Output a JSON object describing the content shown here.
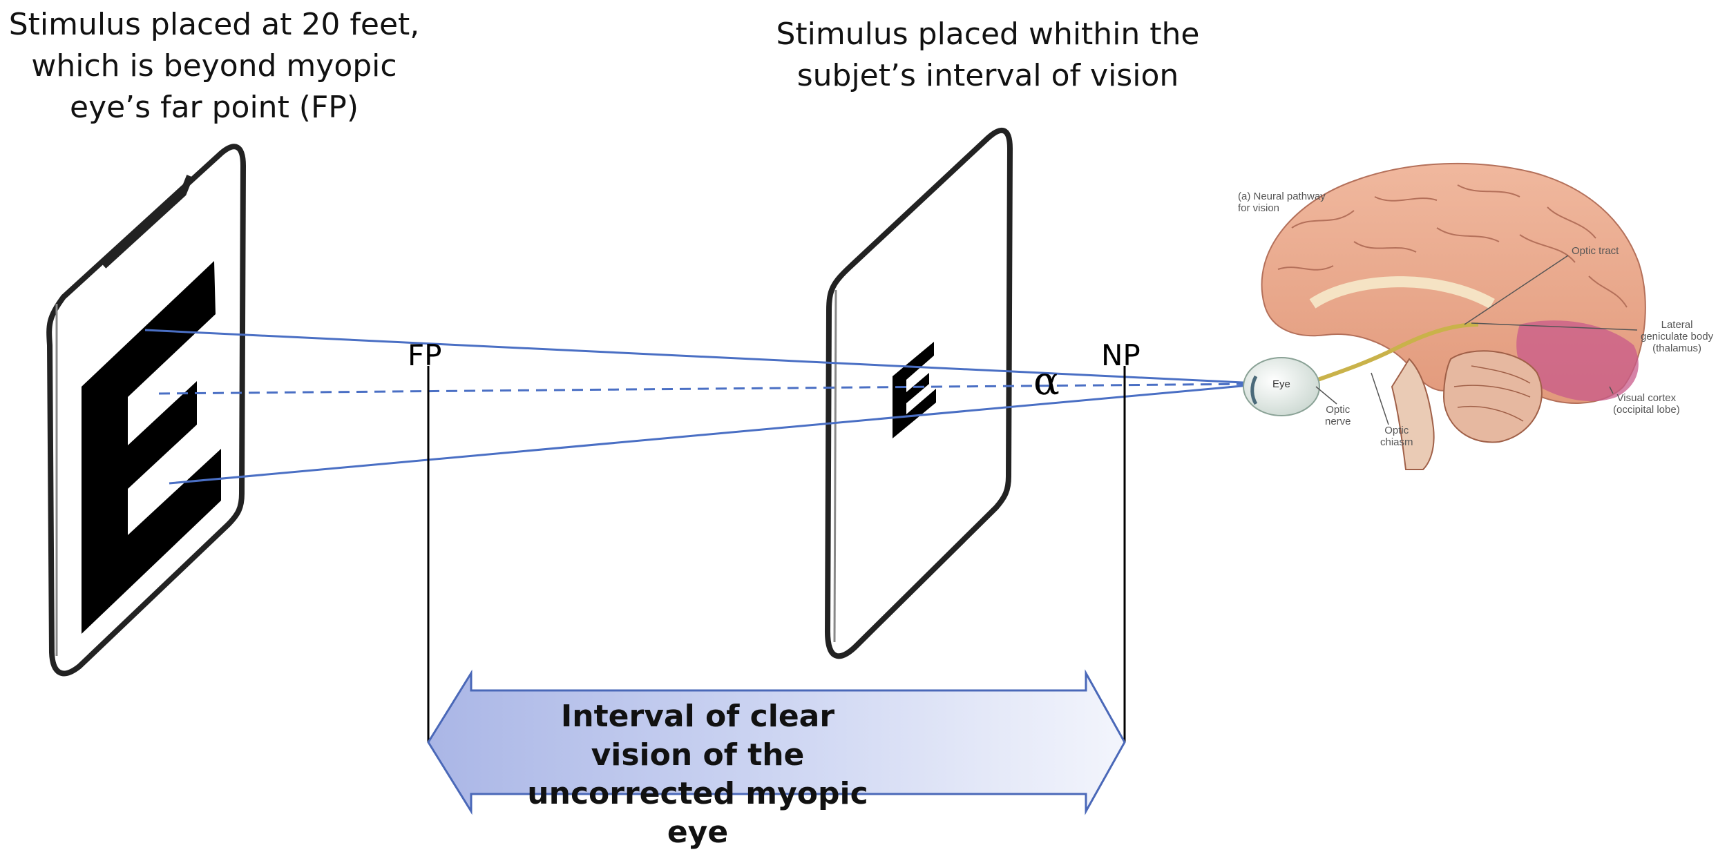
{
  "captions": {
    "left": [
      "Stimulus placed at 20 feet,",
      "which is beyond myopic",
      "eye’s far point (FP)"
    ],
    "right": [
      "Stimulus placed whithin the",
      "subjet’s interval of vision"
    ]
  },
  "labels": {
    "far_point": "FP",
    "near_point": "NP",
    "angle": "α"
  },
  "stimulus_letter": "E",
  "interval_arrow": {
    "lines": [
      "Interval of clear vision of the",
      "uncorrected myopic eye"
    ]
  },
  "brain_figure": {
    "title": [
      "(a) Neural pathway",
      "for vision"
    ],
    "optic_tract": "Optic tract",
    "lgn": [
      "Lateral",
      "geniculate body",
      "(thalamus)"
    ],
    "visual_cortex": [
      "Visual cortex",
      "(occipital lobe)"
    ],
    "eye": "Eye",
    "optic_nerve": [
      "Optic",
      "nerve"
    ],
    "optic_chiasm": [
      "Optic",
      "chiasm"
    ]
  },
  "colors": {
    "sight_line": "#4a6fc4",
    "arrow_fill_light": "#eef1fb",
    "arrow_fill_dark": "#a9b6e6",
    "arrow_stroke": "#4a68b8",
    "brain_pink": "#e8a48a",
    "cortex_magenta": "#c85a8a"
  }
}
